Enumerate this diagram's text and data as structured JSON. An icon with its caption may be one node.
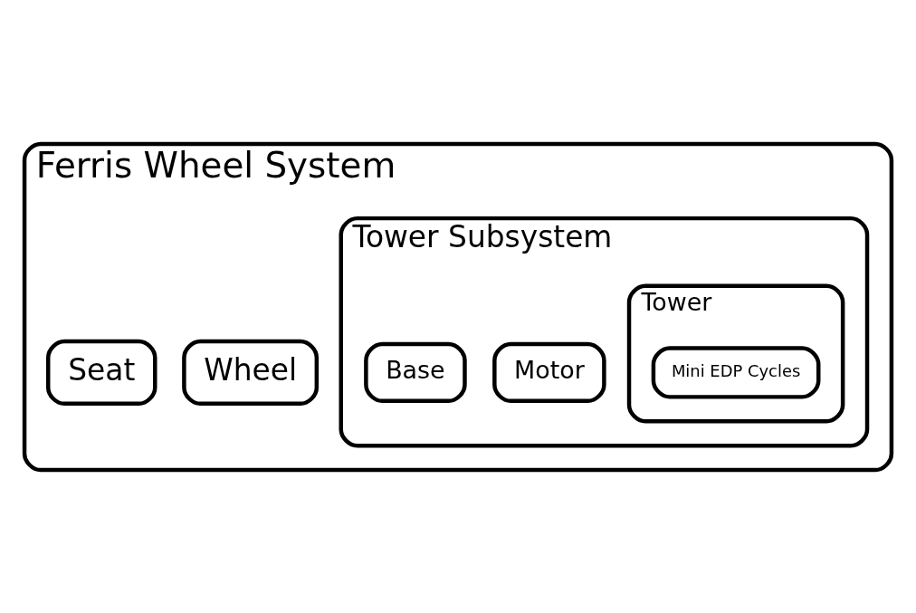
{
  "diagram": {
    "nodes": [
      {
        "text": [
          "Ferris Wheel System"
        ]
      },
      {
        "text": [
          "Tower Subsystem"
        ],
        "in": 0
      },
      {
        "text": [
          "Tower"
        ],
        "in": 1
      },
      {
        "text": [
          "Mini EDP Cycles"
        ],
        "in": 2
      },
      {
        "text": [
          "Motor"
        ],
        "in": 1
      },
      {
        "text": [
          "Base"
        ],
        "in": 1
      },
      {
        "text": [
          "Wheel"
        ],
        "in": 0
      },
      {
        "text": [
          "Seat"
        ],
        "in": 0
      }
    ]
  }
}
